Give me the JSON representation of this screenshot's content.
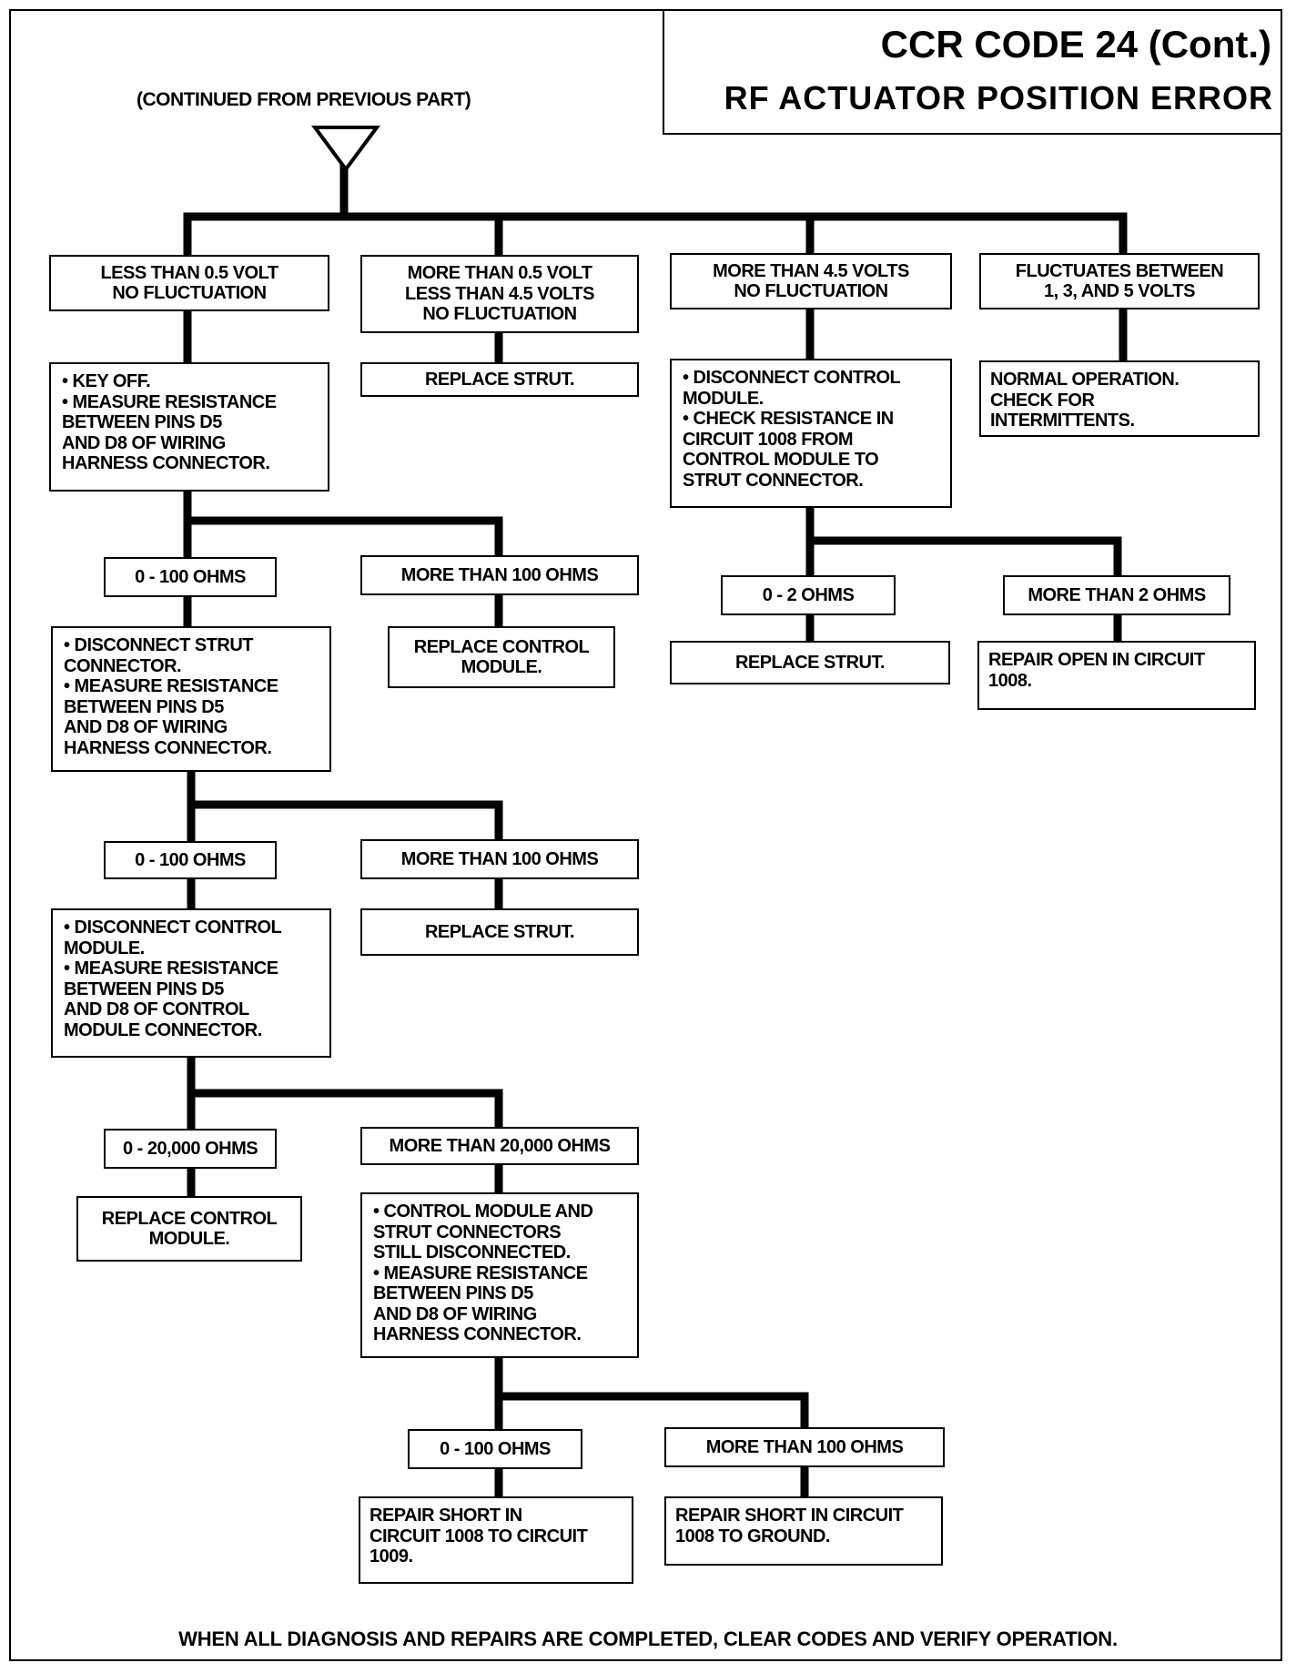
{
  "title": {
    "line1": "CCR CODE 24 (Cont.)",
    "line2": "RF ACTUATOR POSITION ERROR"
  },
  "continued_label": "(CONTINUED FROM PREVIOUS PART)",
  "footer": "WHEN ALL DIAGNOSIS AND REPAIRS ARE COMPLETED, CLEAR CODES AND VERIFY OPERATION.",
  "nodes": {
    "n1": [
      "LESS THAN 0.5 VOLT",
      "NO FLUCTUATION"
    ],
    "n2": [
      "MORE THAN 0.5 VOLT",
      "LESS THAN 4.5 VOLTS",
      "NO FLUCTUATION"
    ],
    "n3": [
      "MORE THAN 4.5 VOLTS",
      "NO FLUCTUATION"
    ],
    "n4": [
      "FLUCTUATES BETWEEN",
      "1, 3, AND 5 VOLTS"
    ],
    "n5": [
      "• KEY OFF.",
      "• MEASURE RESISTANCE",
      "BETWEEN PINS D5",
      "AND D8 OF WIRING",
      "HARNESS CONNECTOR."
    ],
    "n6": [
      "REPLACE STRUT."
    ],
    "n7": [
      "• DISCONNECT CONTROL",
      "MODULE.",
      "• CHECK RESISTANCE IN",
      "CIRCUIT 1008 FROM",
      "CONTROL MODULE TO",
      "STRUT CONNECTOR."
    ],
    "n8": [
      "NORMAL OPERATION.",
      "CHECK FOR",
      "INTERMITTENTS."
    ],
    "n9": [
      "0 - 100 OHMS"
    ],
    "n10": [
      "MORE THAN 100 OHMS"
    ],
    "n11": [
      "0 - 2 OHMS"
    ],
    "n12": [
      "MORE THAN 2 OHMS"
    ],
    "n13": [
      "• DISCONNECT STRUT",
      "CONNECTOR.",
      "• MEASURE RESISTANCE",
      "BETWEEN PINS D5",
      "AND D8 OF WIRING",
      "HARNESS CONNECTOR."
    ],
    "n14": [
      "REPLACE CONTROL",
      "MODULE."
    ],
    "n15": [
      "REPLACE STRUT."
    ],
    "n16": [
      "REPAIR OPEN IN CIRCUIT",
      "1008."
    ],
    "n17": [
      "0 - 100 OHMS"
    ],
    "n18": [
      "MORE THAN 100 OHMS"
    ],
    "n19": [
      "• DISCONNECT CONTROL",
      "MODULE.",
      "• MEASURE RESISTANCE",
      "BETWEEN PINS D5",
      "AND D8 OF CONTROL",
      "MODULE CONNECTOR."
    ],
    "n20": [
      "REPLACE STRUT."
    ],
    "n21": [
      "0 - 20,000 OHMS"
    ],
    "n22": [
      "MORE THAN 20,000 OHMS"
    ],
    "n23": [
      "REPLACE CONTROL",
      "MODULE."
    ],
    "n24": [
      "• CONTROL MODULE AND",
      "STRUT CONNECTORS",
      "STILL DISCONNECTED.",
      "• MEASURE RESISTANCE",
      "BETWEEN PINS D5",
      "AND D8 OF WIRING",
      "HARNESS CONNECTOR."
    ],
    "n25": [
      "0 - 100 OHMS"
    ],
    "n26": [
      "MORE THAN 100 OHMS"
    ],
    "n27": [
      "REPAIR SHORT IN",
      "CIRCUIT 1008 TO CIRCUIT",
      "1009."
    ],
    "n28": [
      "REPAIR SHORT IN CIRCUIT",
      "1008 TO GROUND."
    ]
  }
}
